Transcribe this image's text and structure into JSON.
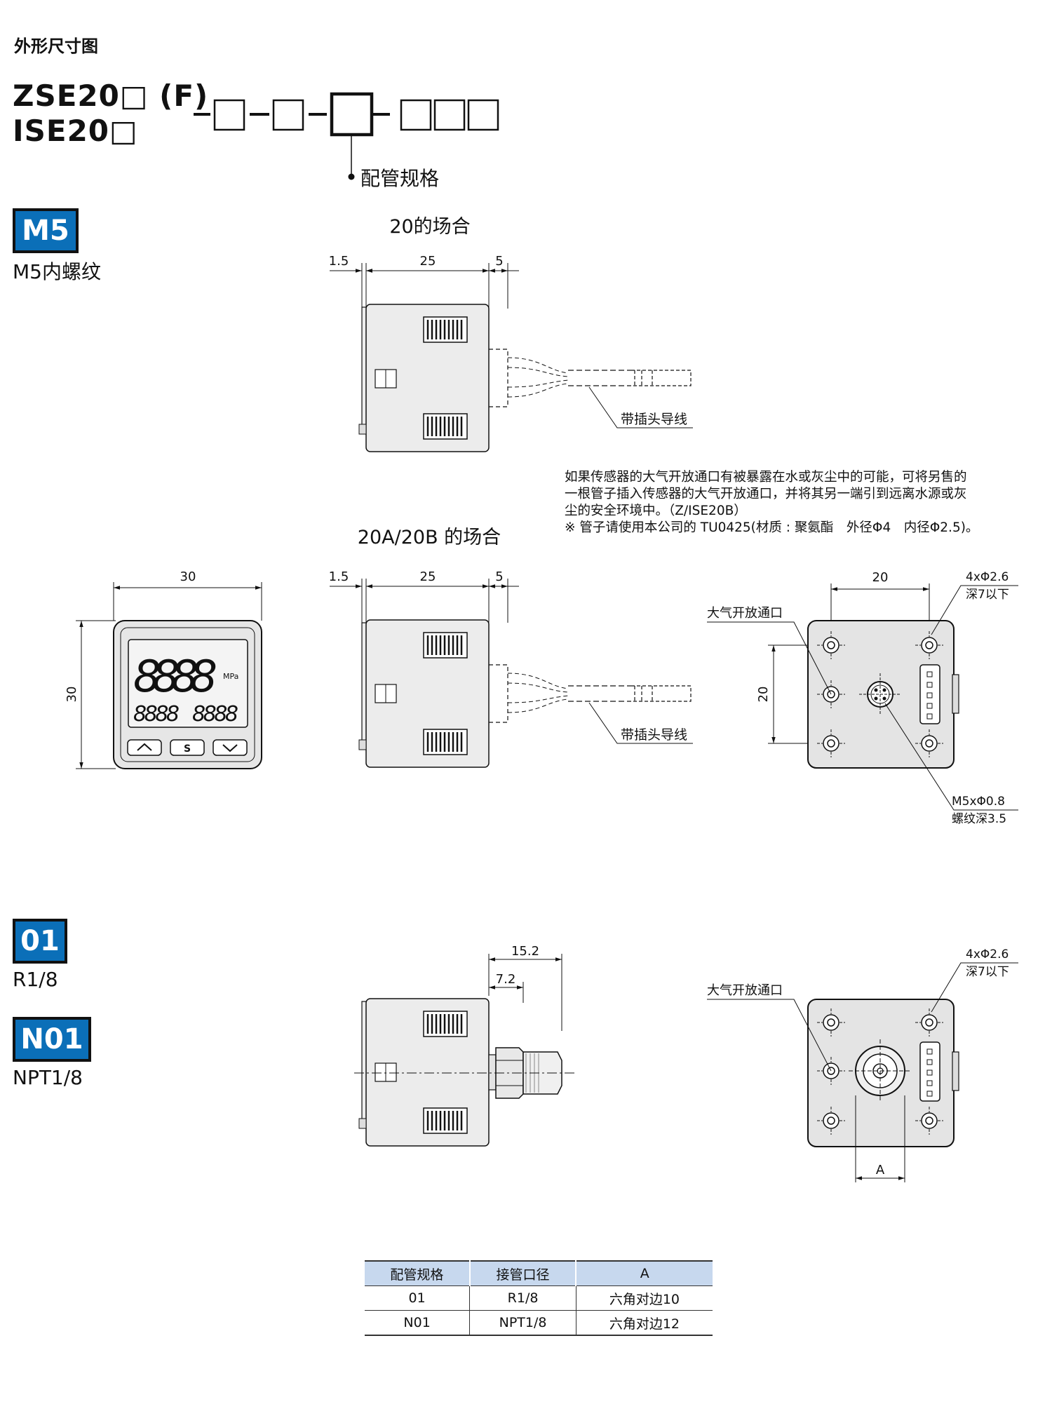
{
  "header": {
    "title": "外形尺寸图"
  },
  "model": {
    "line1": "ZSE20□ (F)",
    "line2": "ISE20□",
    "pipe_spec_label": "配管规格"
  },
  "badges": {
    "m5": {
      "code": "M5",
      "desc": "M5内螺纹"
    },
    "r18": {
      "code": "01",
      "desc": "R1/8"
    },
    "npt": {
      "code": "N01",
      "desc": "NPT1/8"
    }
  },
  "views": {
    "case20_title": "20的场合",
    "case20ab_title": "20A/20B 的场合",
    "dim_1_5": "1.5",
    "dim_25": "25",
    "dim_5": "5",
    "dim_30": "30",
    "dim_20": "20",
    "dim_15_2": "15.2",
    "dim_7_2": "7.2",
    "dim_A": "A",
    "cable_label": "带插头导线",
    "vent_label": "大气开放通口",
    "holes_line1": "4xΦ2.6",
    "holes_line2": "深7以下",
    "thread_line1": "M5xΦ0.8",
    "thread_line2": "螺纹深3.5",
    "display_digits": "8888",
    "display_unit": "MPa",
    "display_sub1": "8888",
    "display_sub2": "8888",
    "btn_s": "S"
  },
  "note": {
    "line1": "如果传感器的大气开放通口有被暴露在水或灰尘中的可能，可将另售的",
    "line2": "一根管子插入传感器的大气开放通口，并将其另一端引到远离水源或灰",
    "line3": "尘的安全环境中。（Z/ISE20B）",
    "line4": "※ 管子请使用本公司的 TU0425(材质 : 聚氨酯　外径Φ4　内径Φ2.5)。"
  },
  "table": {
    "headers": [
      "配管规格",
      "接管口径",
      "A"
    ],
    "rows": [
      [
        "01",
        "R1/8",
        "六角对边10"
      ],
      [
        "N01",
        "NPT1/8",
        "六角对边12"
      ]
    ]
  }
}
